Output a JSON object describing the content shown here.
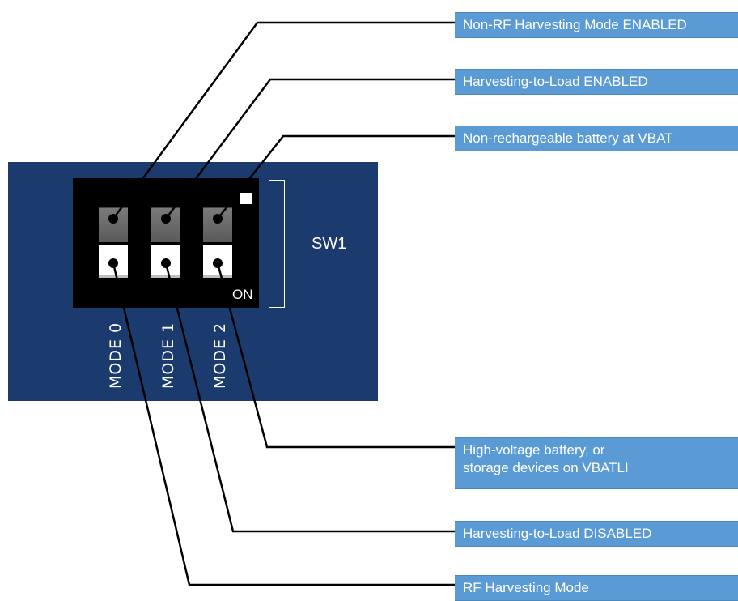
{
  "switch": {
    "name": "SW1",
    "on_label": "ON",
    "positions": [
      "MODE 0",
      "MODE 1",
      "MODE 2"
    ]
  },
  "callouts": {
    "mode0_off": "Non-RF Harvesting Mode ENABLED",
    "mode1_off": "Harvesting-to-Load ENABLED",
    "mode2_off": "Non-rechargeable battery at VBAT",
    "mode2_on_line1": "High-voltage battery, or",
    "mode2_on_line2": "storage devices on VBATLI",
    "mode1_on": "Harvesting-to-Load DISABLED",
    "mode0_on": "RF Harvesting Mode"
  },
  "colors": {
    "board": "#1b3b6f",
    "callout_fill": "#5b9bd5",
    "switch_body": "#000000"
  }
}
